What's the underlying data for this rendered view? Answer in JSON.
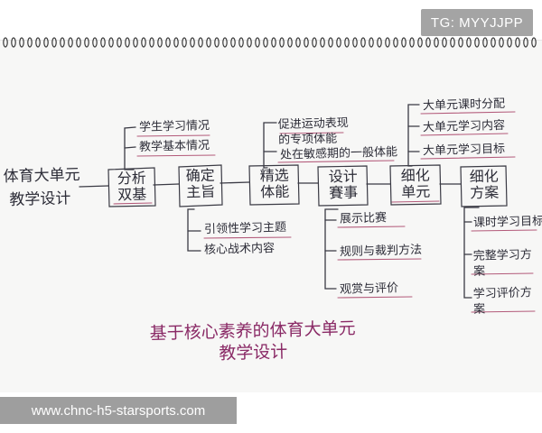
{
  "badge": {
    "text": "TG: MYYJJPP"
  },
  "watermark": {
    "text": "www.chnc-h5-starsports.com"
  },
  "mindmap": {
    "root": {
      "line1": "体育大单元",
      "line2": "教学设计"
    },
    "steps": [
      {
        "text": "分析双基"
      },
      {
        "text": "确定主旨"
      },
      {
        "text": "精选体能"
      },
      {
        "text": "设计賽事"
      },
      {
        "text": "细化单元"
      },
      {
        "text": "细化方案"
      }
    ],
    "branch_analyze": [
      "学生学习情况",
      "教学基本情况"
    ],
    "branch_topic": [
      "引领性学习主题",
      "核心战术内容"
    ],
    "branch_fitness": [
      "促进运动表现的专项体能",
      "处在敏感期的一般体能"
    ],
    "branch_event": [
      "展示比赛",
      "规则与裁判方法",
      "观赏与评价"
    ],
    "branch_unit": [
      "大单元课时分配",
      "大单元学习内容",
      "大单元学习目标"
    ],
    "branch_plan": [
      "课时学习目标",
      "完整学习方案",
      "学习评价方案"
    ],
    "caption": {
      "line1": "基于核心素养的体育大单元",
      "line2": "教学设计"
    }
  }
}
